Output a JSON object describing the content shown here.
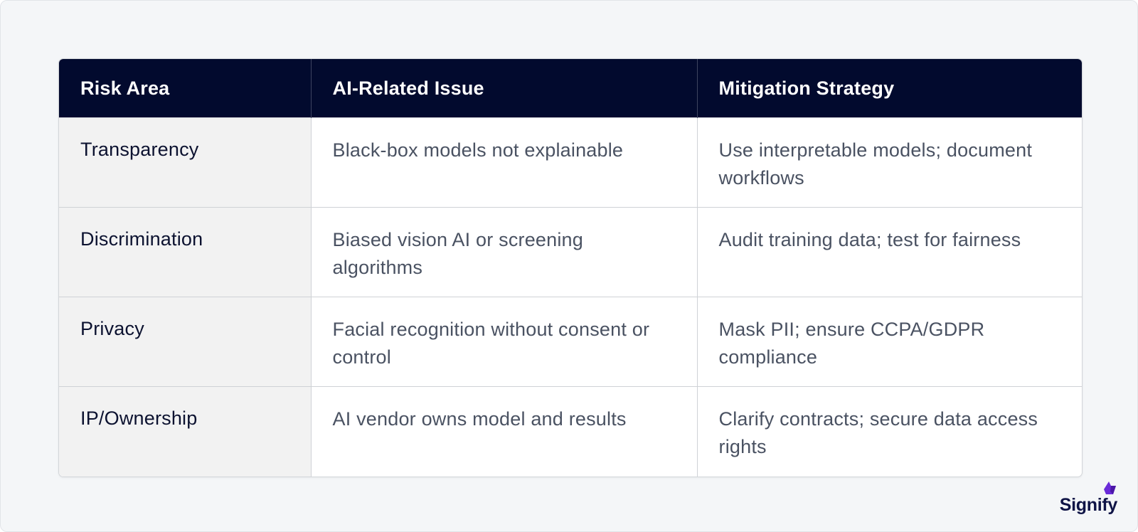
{
  "table": {
    "headers": [
      "Risk Area",
      "AI-Related Issue",
      "Mitigation Strategy"
    ],
    "rows": [
      {
        "area": "Transparency",
        "issue": "Black-box models not explainable",
        "mitigation": "Use interpretable models; document workflows"
      },
      {
        "area": "Discrimination",
        "issue": "Biased vision AI or screening algorithms",
        "mitigation": "Audit training data; test for fairness"
      },
      {
        "area": "Privacy",
        "issue": "Facial recognition without consent or control",
        "mitigation": "Mask PII; ensure CCPA/GDPR compliance"
      },
      {
        "area": "IP/Ownership",
        "issue": "AI vendor owns model and results",
        "mitigation": "Clarify contracts; secure data access rights"
      }
    ]
  },
  "brand": {
    "name": "Signify",
    "colors": {
      "header_bg": "#020a2e",
      "accent": "#6a2bd9",
      "text_dark": "#0c1230",
      "text_muted": "#4a5262"
    }
  }
}
